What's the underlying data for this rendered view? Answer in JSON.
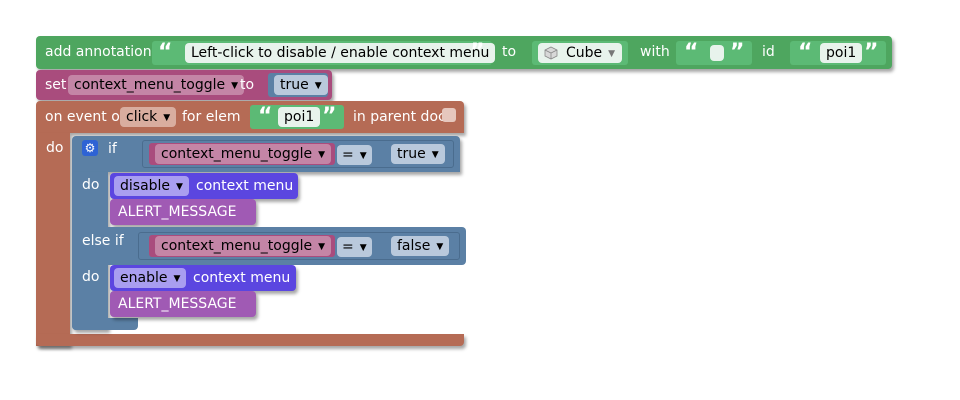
{
  "annotation": {
    "label": "add annotation",
    "text": "Left-click to disable / enable context menu",
    "to_label": "to",
    "target": "Cube",
    "with_label": "with",
    "with_value": "",
    "id_label": "id",
    "id_value": "poi1"
  },
  "set_block": {
    "label": "set",
    "variable": "context_menu_toggle",
    "to_label": "to",
    "value": "true"
  },
  "event_block": {
    "label": "on event of",
    "event": "click",
    "for_label": "for elem",
    "elem": "poi1",
    "parent_label": "in parent doc",
    "do_label": "do"
  },
  "if_block": {
    "if_label": "if",
    "cond1_var": "context_menu_toggle",
    "cond1_op": "=",
    "cond1_val": "true",
    "do1_label": "do",
    "action1": "disable",
    "action1_suffix": "context menu",
    "alert1": "ALERT_MESSAGE",
    "elseif_label": "else if",
    "cond2_var": "context_menu_toggle",
    "cond2_op": "=",
    "cond2_val": "false",
    "do2_label": "do",
    "action2": "enable",
    "action2_suffix": "context menu",
    "alert2": "ALERT_MESSAGE"
  },
  "colors": {
    "annotation_green": "#4ea65f",
    "variable_pink": "#a94c7d",
    "event_brown": "#b56b55",
    "logic_blue": "#5b80a5",
    "action_purple": "#5b46e0",
    "alert_violet": "#a05ab4"
  },
  "icons": {
    "gear": "gear-icon",
    "cube": "cube-icon"
  }
}
